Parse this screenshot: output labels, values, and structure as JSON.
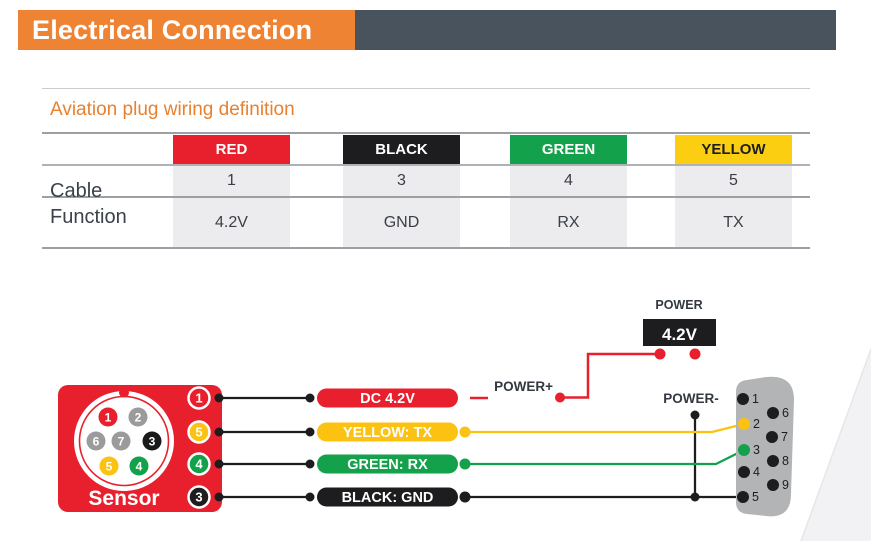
{
  "header": {
    "title": "Electrical Connection",
    "accent_color": "#ee8334",
    "bar_color": "#49535e"
  },
  "section": {
    "heading": "Aviation plug wiring definition",
    "heading_color": "#e8812f"
  },
  "table": {
    "row_label": "Cable Function",
    "columns": [
      {
        "name": "RED",
        "pin": "1",
        "function": "4.2V",
        "color": "#e8202d",
        "text_color": "#ffffff"
      },
      {
        "name": "BLACK",
        "pin": "3",
        "function": "GND",
        "color": "#1d1d1f",
        "text_color": "#ffffff"
      },
      {
        "name": "GREEN",
        "pin": "4",
        "function": "RX",
        "color": "#13a24b",
        "text_color": "#ffffff"
      },
      {
        "name": "YELLOW",
        "pin": "5",
        "function": "TX",
        "color": "#fcce12",
        "text_color": "#1d1d1f"
      }
    ]
  },
  "diagram": {
    "sensor": {
      "label": "Sensor",
      "body_color": "#e8202d",
      "face_pins": [
        {
          "n": "1",
          "color": "#e8202d"
        },
        {
          "n": "2",
          "color": "#9b9b9b"
        },
        {
          "n": "6",
          "color": "#9b9b9b"
        },
        {
          "n": "7",
          "color": "#9b9b9b"
        },
        {
          "n": "3",
          "color": "#1a1a1a"
        },
        {
          "n": "5",
          "color": "#fcc211"
        },
        {
          "n": "4",
          "color": "#13a24b"
        }
      ],
      "side_labels": [
        {
          "n": "1",
          "color": "#e8202d"
        },
        {
          "n": "5",
          "color": "#fcc211"
        },
        {
          "n": "4",
          "color": "#13a24b"
        },
        {
          "n": "3",
          "color": "#1d1d1f"
        }
      ]
    },
    "wires": [
      {
        "label": "DC 4.2V",
        "color": "#e8202d"
      },
      {
        "label": "YELLOW: TX",
        "color": "#fcc211"
      },
      {
        "label": "GREEN: RX",
        "color": "#13a24b"
      },
      {
        "label": "BLACK: GND",
        "color": "#1d1d1f"
      }
    ],
    "power": {
      "label": "POWER",
      "value": "4.2V",
      "positive": "POWER+",
      "negative": "POWER-"
    },
    "db9_pins": [
      "1",
      "2",
      "3",
      "4",
      "5",
      "6",
      "7",
      "8",
      "9"
    ],
    "db9_body_color": "#b2b4b6"
  }
}
